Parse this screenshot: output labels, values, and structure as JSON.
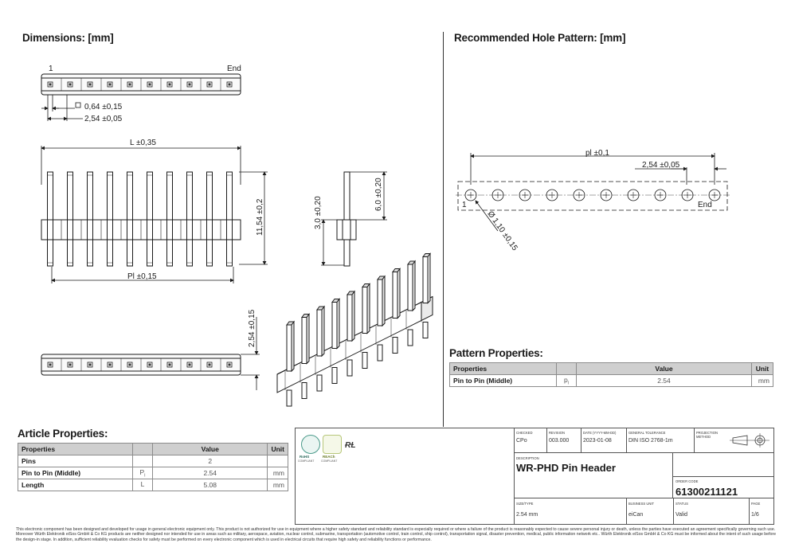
{
  "sections": {
    "dimensions": "Dimensions: [mm]",
    "hole_pattern": "Recommended Hole Pattern: [mm]",
    "pattern_props": "Pattern Properties:",
    "article_props": "Article Properties:"
  },
  "drawing": {
    "pin1": "1",
    "end": "End",
    "pad": "0,64 ±0,15",
    "pitch": "2,54 ±0,05",
    "length": "L ±0,35",
    "height": "11,54 ±0,2",
    "pl": "Pl ±0,15",
    "h3": "3,0 ±0,20",
    "h6": "6,0 ±0,20",
    "w254": "2,54 ±0,15",
    "hole_pl": "pl ±0,1",
    "hole_pitch": "2,54 ±0,05",
    "hole_dia": "Ø 1,10 ±0,15",
    "hole_1": "1",
    "hole_end": "End"
  },
  "pattern_table": {
    "headers": [
      "Properties",
      "",
      "Value",
      "Unit"
    ],
    "rows": [
      {
        "prop": "Pin to Pin (Middle)",
        "sym": "p",
        "sub": "I",
        "val": "2.54",
        "unit": "mm"
      }
    ]
  },
  "article_table": {
    "headers": [
      "Properties",
      "",
      "Value",
      "Unit"
    ],
    "rows": [
      {
        "prop": "Pins",
        "sym": "",
        "sub": "",
        "val": "2",
        "unit": ""
      },
      {
        "prop": "Pin to Pin (Middle)",
        "sym": "P",
        "sub": "I",
        "val": "2.54",
        "unit": "mm"
      },
      {
        "prop": "Length",
        "sym": "L",
        "sub": "",
        "val": "5.08",
        "unit": "mm"
      }
    ]
  },
  "title_block": {
    "checked_lbl": "CHECKED",
    "checked": "CPo",
    "revision_lbl": "REVISION",
    "revision": "003.000",
    "date_lbl": "DATE (YYYY-MM-DD)",
    "date": "2023-01-08",
    "tol_lbl": "GENERAL TOLERANCE",
    "tol": "DIN ISO 2768-1m",
    "proj_lbl": "PROJECTION METHOD",
    "desc_lbl": "DESCRIPTION",
    "desc": "WR-PHD Pin Header",
    "order_lbl": "ORDER CODE",
    "order": "61300211121",
    "size_lbl": "SIZE/TYPE",
    "size": "2.54 mm",
    "bu_lbl": "BUSINESS UNIT",
    "bu": "eiCan",
    "status_lbl": "STATUS",
    "status": "Valid",
    "page_lbl": "PAGE",
    "page": "1/6",
    "rohs": "RoHS",
    "rohs_sub": "COMPLIANT",
    "reach": "REACh",
    "reach_sub": "COMPLIANT"
  },
  "footer": "This electronic component has been designed and developed for usage in general electronic equipment only. This product is not authorized for use in equipment where a higher safety standard and reliability standard is especially required or where a failure of the product is reasonably expected to cause severe personal injury or death, unless the parties have executed an agreement specifically governing such use. Moreover Würth Elektronik eiSos GmbH & Co KG products are neither designed nor intended for use in areas such as military, aerospace, aviation, nuclear control, submarine, transportation (automotive control, train control, ship control), transportation signal, disaster prevention, medical, public information network etc.. Würth Elektronik eiSos GmbH & Co KG must be informed about the intent of such usage before the design-in stage. In addition, sufficient reliability evaluation checks for safety must be performed on every electronic component which is used in electrical circuits that require high safety and reliability functions or performance."
}
